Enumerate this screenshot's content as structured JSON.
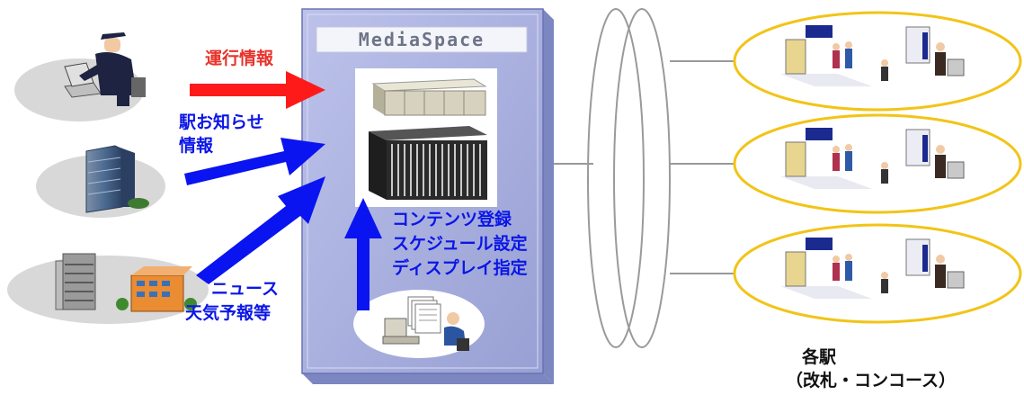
{
  "colors": {
    "red_arrow": "#ff1a1a",
    "blue_arrow": "#0a14f0",
    "server_panel": "#a9b0de",
    "station_ring": "#f2c417",
    "source_disc": "#d8d8d8"
  },
  "labels": {
    "logo": "MediaSpace",
    "operation_info": "運行情報",
    "station_notice_line1": "駅お知らせ",
    "station_notice_line2": "情報",
    "news_line1": "ニュース",
    "news_line2": "天気予報等",
    "content_line1": "コンテンツ登録",
    "content_line2": "スケジュール設定",
    "content_line3": "ディスプレイ指定",
    "stations_line1": "各駅",
    "stations_line2": "（改札・コンコース）"
  },
  "icons": {
    "operator": "train-operator-at-laptop-icon",
    "office": "office-building-icon",
    "external": "external-buildings-icon",
    "editor": "content-editor-workstation-icon",
    "servers": "server-rack-icon",
    "gate": "station-ticket-gate-icon"
  }
}
